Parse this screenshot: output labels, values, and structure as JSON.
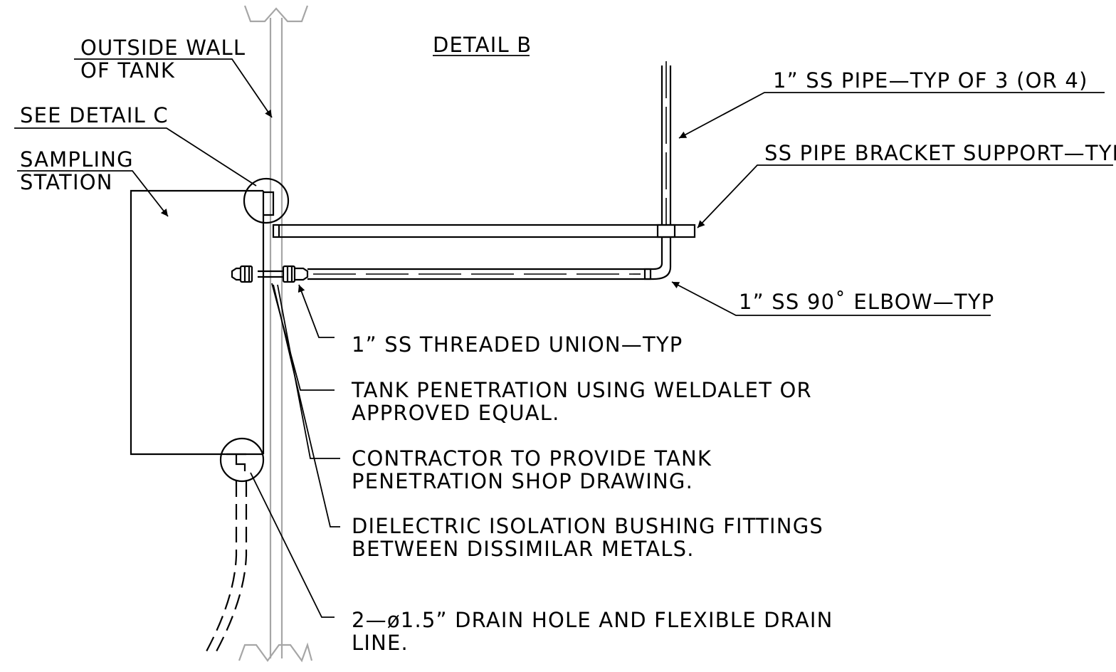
{
  "detail_title": "DETAIL B",
  "callouts": {
    "outside_wall_line1": "OUTSIDE WALL",
    "outside_wall_line2": "OF TANK",
    "see_detail_c": "SEE DETAIL C",
    "sampling_station_line1": "SAMPLING",
    "sampling_station_line2": "STATION",
    "ss_pipe": "1” SS PIPE—TYP OF 3 (OR 4)",
    "bracket_support": "SS PIPE BRACKET SUPPORT—TYP",
    "elbow": "1” SS 90˚ ELBOW—TYP",
    "union": "1” SS THREADED UNION—TYP",
    "penetration_line1": "TANK PENETRATION USING WELDALET OR",
    "penetration_line2": "APPROVED EQUAL.",
    "contractor_line1": "CONTRACTOR TO PROVIDE TANK",
    "contractor_line2": "PENETRATION SHOP DRAWING.",
    "dielectric_line1": "DIELECTRIC ISOLATION BUSHING FITTINGS",
    "dielectric_line2": "BETWEEN DISSIMILAR METALS.",
    "drain_line1": "2—ø1.5” DRAIN HOLE AND FLEXIBLE DRAIN",
    "drain_line2": "LINE."
  },
  "colors": {
    "linework": "#000000",
    "tank_wall": "#a6a6a6",
    "background": "#ffffff"
  }
}
